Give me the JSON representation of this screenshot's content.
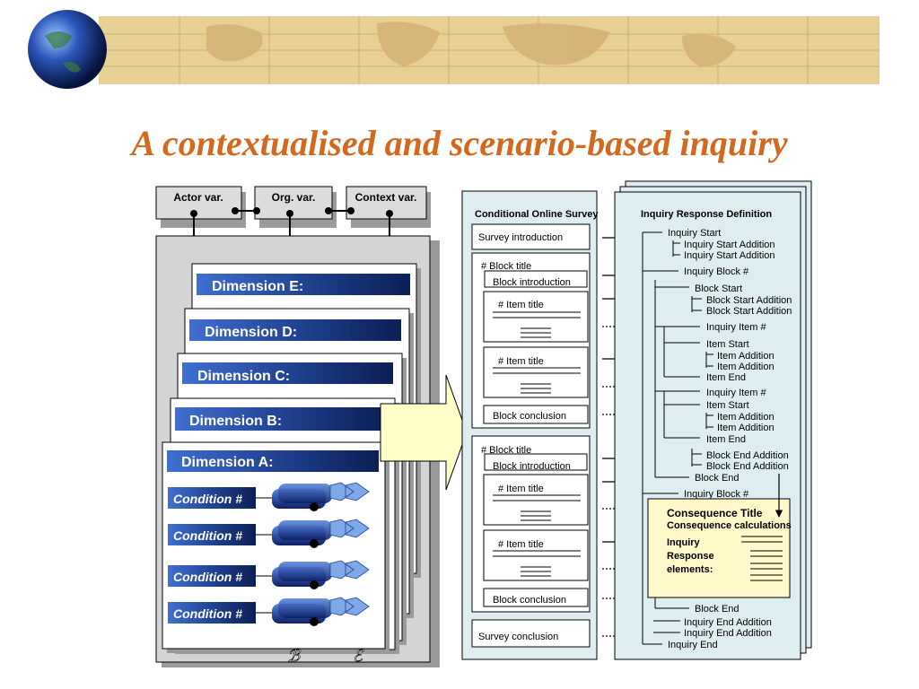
{
  "title": "A contextualised and scenario-based inquiry",
  "colors": {
    "title": "#d2691e",
    "dimension_bar": "#1e3f8c",
    "panel_bg": "#deeef0",
    "consequence_bg": "#fff8c8",
    "arrow_fill": "#ffffc8"
  },
  "icons": [
    "globe-icon",
    "world-map-background"
  ],
  "variables": {
    "actor": "Actor var.",
    "org": "Org. var.",
    "context": "Context var."
  },
  "dimensions": [
    "Dimension E:",
    "Dimension D:",
    "Dimension C:",
    "Dimension B:",
    "Dimension A:"
  ],
  "conditions": [
    "Condition #",
    "Condition #",
    "Condition #",
    "Condition #"
  ],
  "survey": {
    "title": "Conditional Online Survey",
    "introduction": "Survey introduction",
    "block_title": "# Block title",
    "block_introduction": "Block introduction",
    "item_title": "# Item title",
    "block_conclusion": "Block conclusion",
    "conclusion": "Survey conclusion"
  },
  "response": {
    "title": "Inquiry Response Definition",
    "lines": [
      "Inquiry Start",
      "Inquiry Start Addition",
      "Inquiry Start Addition",
      "Inquiry Block #",
      "Block Start",
      "Block Start Addition",
      "Block Start Addition",
      "Inquiry Item #",
      "Item Start",
      "Item Addition",
      "Item Addition",
      "Item End",
      "Inquiry Item #",
      "Item Start",
      "Item Addition",
      "Item Addition",
      "Item End",
      "Block End Addition",
      "Block End Addition",
      "Block End",
      "Inquiry Block #",
      "Block End",
      "Inquiry End Addition",
      "Inquiry End Addition",
      "Inquiry End"
    ]
  },
  "consequence": {
    "title": "Consequence Title",
    "calculations": "Consequence calculations",
    "elements": [
      "Inquiry",
      "Response",
      "elements:"
    ]
  },
  "decor_glyphs": [
    "ℬ",
    "ℰ"
  ]
}
